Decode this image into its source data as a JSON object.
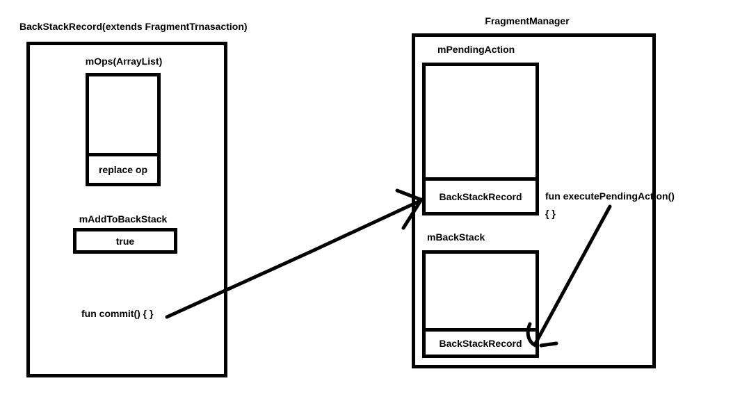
{
  "colors": {
    "ink": "#000000",
    "background": "#ffffff"
  },
  "left_panel": {
    "title": "BackStackRecord(extends FragmentTrnasaction)",
    "mops": {
      "label": "mOps(ArrayList)",
      "empty_cell": "",
      "bottom_cell": "replace op"
    },
    "m_add_to_back_stack": {
      "label": "mAddToBackStack",
      "value": "true"
    },
    "commit_fn_label": "fun commit() { }"
  },
  "right_panel": {
    "title": "FragmentManager",
    "m_pending_action": {
      "label": "mPendingAction",
      "empty_cell": "",
      "bottom_cell": "BackStackRecord"
    },
    "execute_fn": {
      "signature": "fun executePendingAction()",
      "body": "{ }"
    },
    "m_back_stack": {
      "label": "mBackStack",
      "empty_cell": "",
      "bottom_cell": "BackStackRecord"
    }
  },
  "arrows": [
    {
      "name": "commit-arrow",
      "from": "fun commit() { }",
      "to": "mPendingAction BackStackRecord"
    },
    {
      "name": "execute-pending-arrow",
      "from": "fun executePendingAction()",
      "to": "mBackStack BackStackRecord"
    }
  ]
}
